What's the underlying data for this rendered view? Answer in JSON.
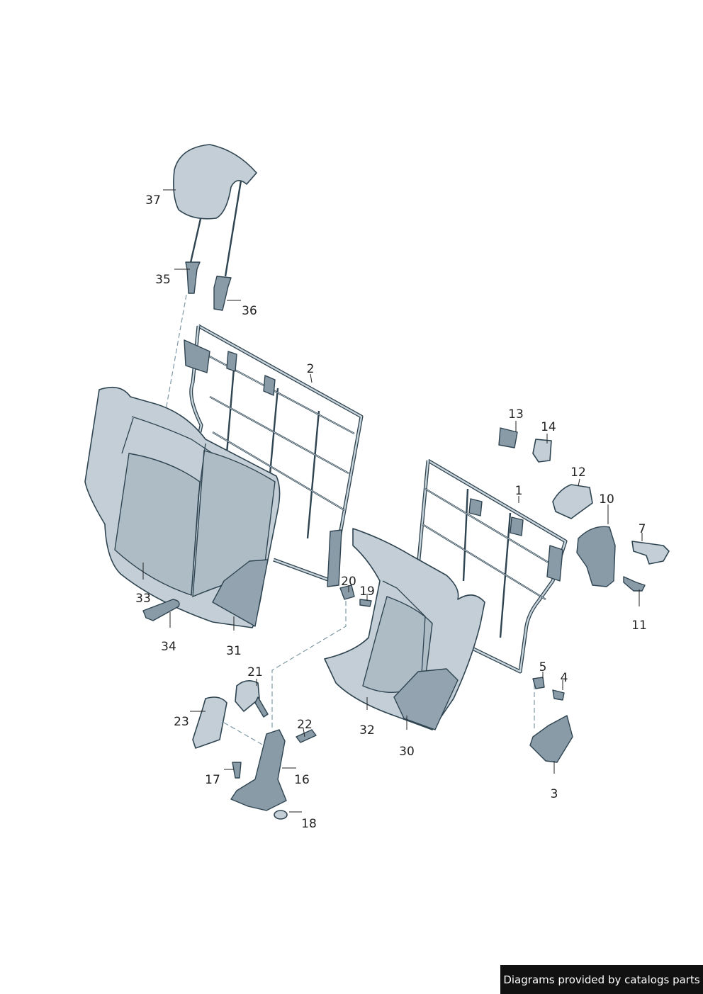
{
  "diagram": {
    "parts": [
      {
        "id": "p1",
        "label": "1"
      },
      {
        "id": "p2",
        "label": "2"
      },
      {
        "id": "p3",
        "label": "3"
      },
      {
        "id": "p4",
        "label": "4"
      },
      {
        "id": "p5",
        "label": "5"
      },
      {
        "id": "p7",
        "label": "7"
      },
      {
        "id": "p10",
        "label": "10"
      },
      {
        "id": "p11",
        "label": "11"
      },
      {
        "id": "p12",
        "label": "12"
      },
      {
        "id": "p13",
        "label": "13"
      },
      {
        "id": "p14",
        "label": "14"
      },
      {
        "id": "p16",
        "label": "16"
      },
      {
        "id": "p17",
        "label": "17"
      },
      {
        "id": "p18",
        "label": "18"
      },
      {
        "id": "p19",
        "label": "19"
      },
      {
        "id": "p20",
        "label": "20"
      },
      {
        "id": "p21",
        "label": "21"
      },
      {
        "id": "p22",
        "label": "22"
      },
      {
        "id": "p23",
        "label": "23"
      },
      {
        "id": "p30",
        "label": "30"
      },
      {
        "id": "p31",
        "label": "31"
      },
      {
        "id": "p32",
        "label": "32"
      },
      {
        "id": "p33",
        "label": "33"
      },
      {
        "id": "p34",
        "label": "34"
      },
      {
        "id": "p35",
        "label": "35"
      },
      {
        "id": "p36",
        "label": "36"
      },
      {
        "id": "p37",
        "label": "37"
      }
    ]
  },
  "credit": "Diagrams provided by catalogs parts"
}
